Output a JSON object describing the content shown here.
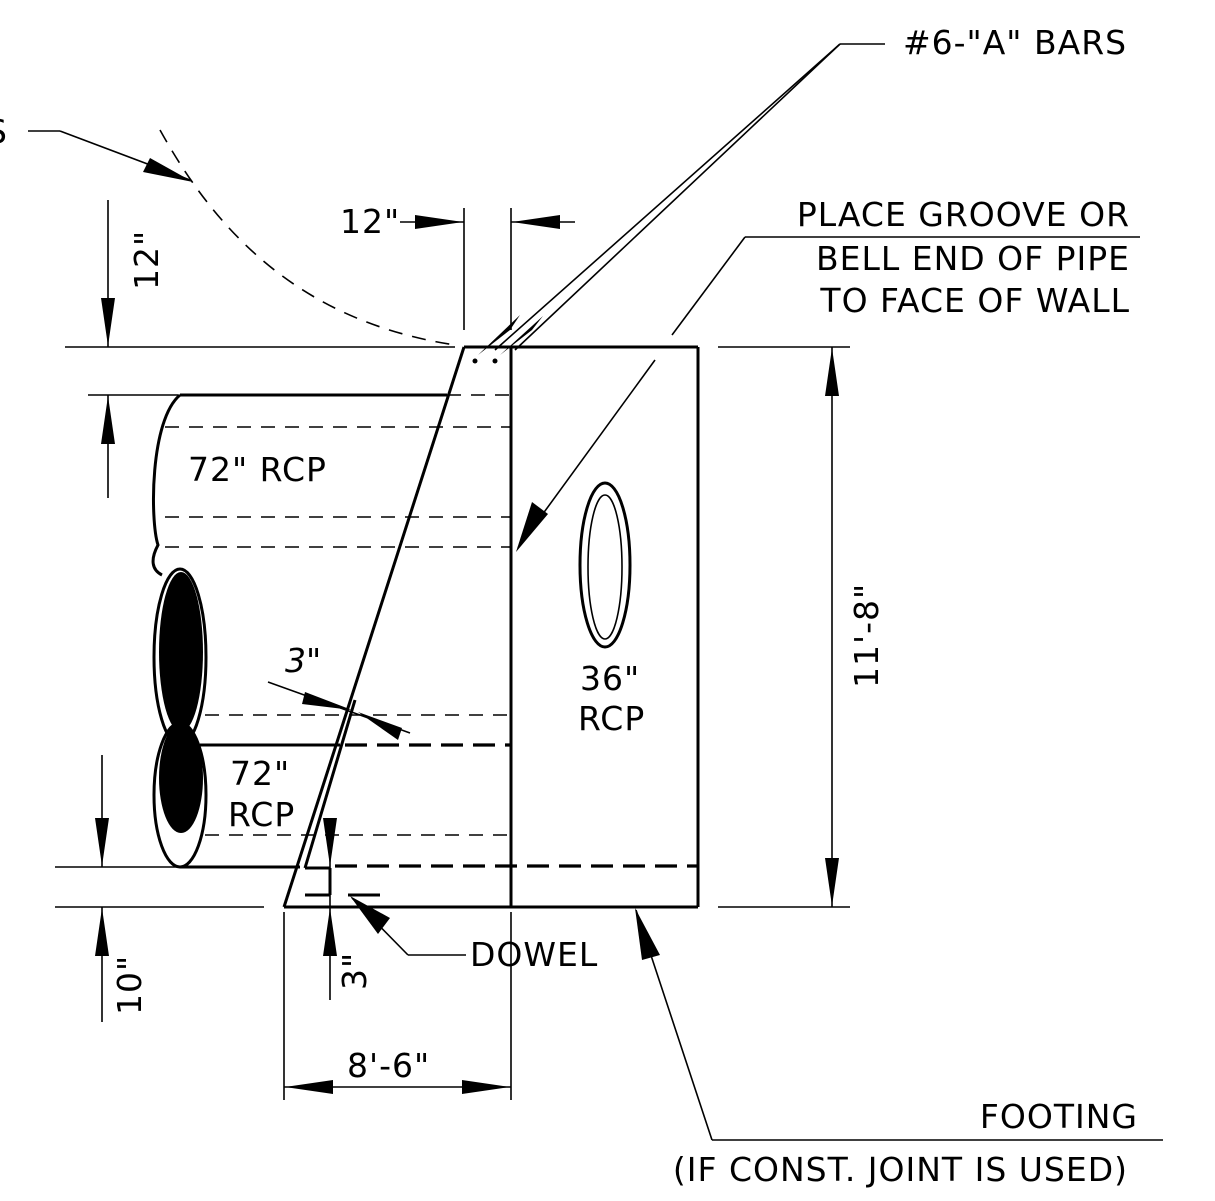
{
  "labels": {
    "bars": "#6-\"A\" BARS",
    "groove_1": "PLACE GROOVE OR",
    "groove_2": "BELL END OF PIPE",
    "groove_3": "TO FACE OF WALL",
    "dim_top_offset": "12\"",
    "dim_top_thickness": "12\"",
    "pipe_upper": "72\" RCP",
    "pipe_lower_1": "72\"",
    "pipe_lower_2": "RCP",
    "pipe_side_1": "36\"",
    "pipe_side_2": "RCP",
    "dim_height": "11'-8\"",
    "dim_cover": "3\"",
    "dim_dowel_offset": "3\"",
    "dowel": "DOWEL",
    "dim_bottom_offset": "10\"",
    "dim_base": "8'-6\"",
    "footing_1": "FOOTING",
    "footing_2": "(IF CONST. JOINT IS USED)",
    "partial_left": "S"
  }
}
